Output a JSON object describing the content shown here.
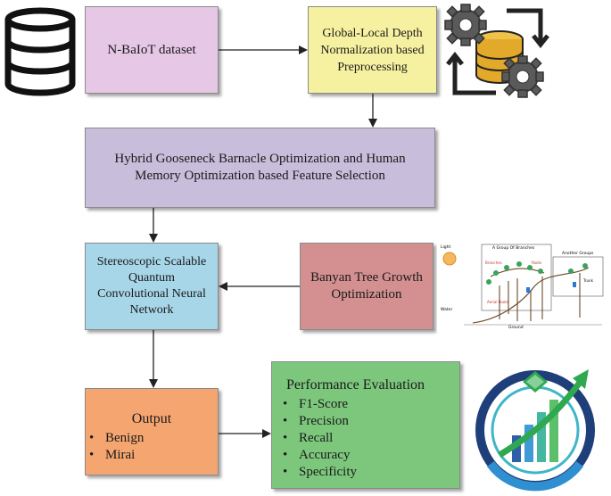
{
  "boxes": {
    "dataset": {
      "label": "N-BaIoT dataset",
      "color": "#e6c8e6"
    },
    "normalization": {
      "lines": [
        "Global-Local Depth",
        "Normalization based",
        "Preprocessing"
      ],
      "color": "#f6f1a0"
    },
    "feature_selection": {
      "lines": [
        "Hybrid Gooseneck Barnacle Optimization and Human",
        "Memory Optimization based Feature Selection"
      ],
      "color": "#c8bedb"
    },
    "classifier": {
      "lines": [
        "Stereoscopic Scalable",
        "Quantum",
        "Convolutional Neural",
        "Network"
      ],
      "color": "#a7d6e8"
    },
    "optimizer": {
      "lines": [
        "Banyan Tree Growth",
        "Optimization"
      ],
      "color": "#d49090"
    },
    "output": {
      "title": "Output",
      "items": [
        "Benign",
        "Mirai"
      ],
      "color": "#f5a670"
    },
    "performance": {
      "title": "Performance Evaluation",
      "items": [
        "F1-Score",
        "Precision",
        "Recall",
        "Accuracy",
        "Specificity"
      ],
      "color": "#7dc77d"
    }
  },
  "banyan_figure": {
    "labels": [
      "Light",
      "A Group Of Branches",
      "Another Groups",
      "Branches",
      "Trunk",
      "Water",
      "Ground",
      "Aerial Roots",
      "Roots"
    ]
  },
  "icons": [
    "database-icon",
    "gears-database-icon",
    "banyan-tree-diagram",
    "analytics-growth-icon"
  ]
}
